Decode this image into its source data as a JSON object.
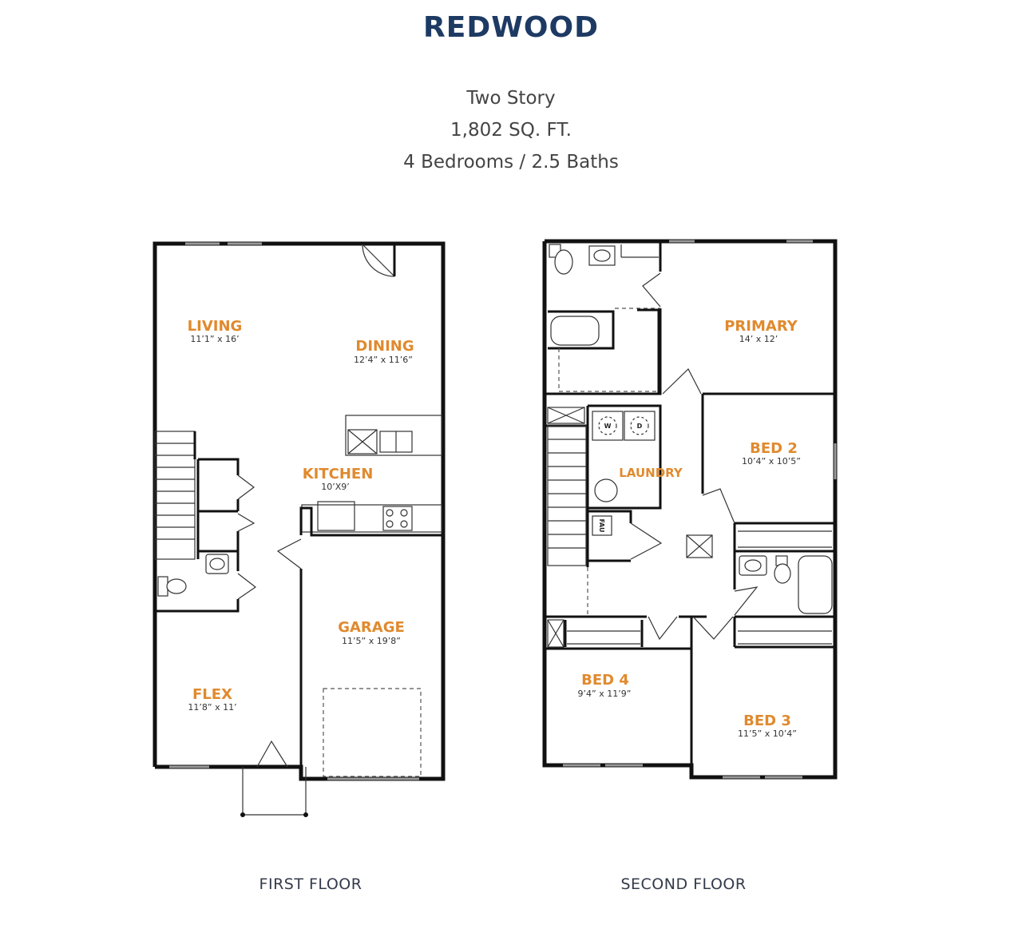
{
  "plan_name": "REDWOOD",
  "specs": [
    "Two Story",
    "1,802 SQ. FT.",
    "4 Bedrooms / 2.5 Baths"
  ],
  "first_floor": {
    "caption": "FIRST FLOOR",
    "rooms": {
      "living": {
        "name": "LIVING",
        "dims": "11’1” x 16’"
      },
      "dining": {
        "name": "DINING",
        "dims": "12’4” x 11’6”"
      },
      "kitchen": {
        "name": "KITCHEN",
        "dims": "10’X9’"
      },
      "garage": {
        "name": "GARAGE",
        "dims": "11’5” x 19’8”"
      },
      "flex": {
        "name": "FLEX",
        "dims": "11’8” x 11’"
      }
    }
  },
  "second_floor": {
    "caption": "SECOND FLOOR",
    "rooms": {
      "primary": {
        "name": "PRIMARY",
        "dims": "14’ x 12’"
      },
      "bed2": {
        "name": "BED 2",
        "dims": "10’4” x 10’5”"
      },
      "laundry": {
        "name": "LAUNDRY"
      },
      "bed4": {
        "name": "BED 4",
        "dims": "9’4” x 11’9”"
      },
      "bed3": {
        "name": "BED 3",
        "dims": "11’5” x 10’4”"
      }
    },
    "appliance_labels": {
      "washer": "W",
      "dryer": "D",
      "water_heater": "FAU"
    }
  },
  "colors": {
    "title": "#1d3a63",
    "room_label": "#e08a2e",
    "wall": "#111111"
  }
}
